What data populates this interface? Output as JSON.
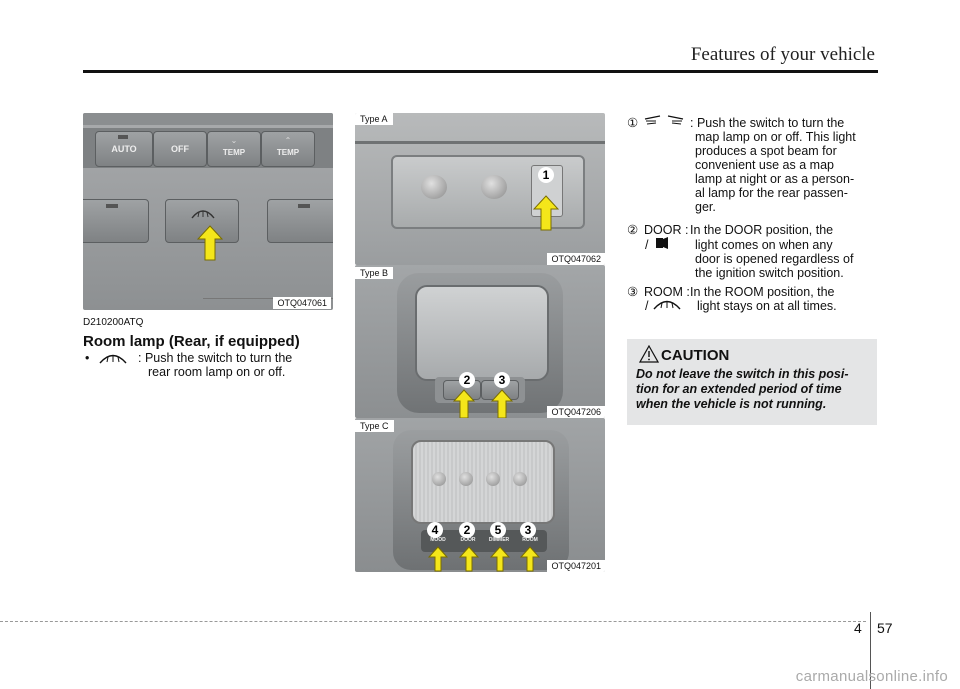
{
  "header": {
    "title": "Features of your vehicle"
  },
  "footer": {
    "chapter": "4",
    "page": "57",
    "watermark": "carmanualsonline.info"
  },
  "figures": {
    "left": {
      "caption": "OTQ047061",
      "buttons": [
        "AUTO",
        "OFF",
        "TEMP",
        "TEMP"
      ]
    },
    "type_a": {
      "label": "Type A",
      "caption": "OTQ047062",
      "marker": "1"
    },
    "type_b": {
      "label": "Type B",
      "caption": "OTQ047206",
      "markers": [
        "2",
        "3"
      ]
    },
    "type_c": {
      "label": "Type C",
      "caption": "OTQ047201",
      "markers": [
        "4",
        "2",
        "5",
        "3"
      ],
      "buttons": [
        "MOOD",
        "DOOR",
        "DIMMER",
        "ROOM"
      ]
    }
  },
  "left_text": {
    "code": "D210200ATQ",
    "heading": "Room lamp (Rear, if equipped)",
    "bullet": "•",
    "desc_line1": ": Push the switch to turn the",
    "desc_line2": "rear room lamp on or off."
  },
  "right_text": {
    "item1": {
      "num": "①",
      "lines": [
        ": Push the switch to turn the",
        "map lamp on or off. This light",
        "produces a spot beam for",
        "convenient use as a map",
        "lamp at night or as a person-",
        "al lamp for the rear passen-",
        "ger."
      ]
    },
    "item2": {
      "num": "②",
      "label": "DOOR :",
      "slash": "/",
      "lines": [
        "In the DOOR position, the",
        "light comes on when any",
        "door is opened regardless of",
        "the ignition switch position."
      ]
    },
    "item3": {
      "num": "③",
      "label": "ROOM :",
      "slash": "/",
      "lines": [
        "In the ROOM position, the",
        "light stays on at all times."
      ]
    }
  },
  "caution": {
    "title": "CAUTION",
    "lines": [
      "Do not leave the switch in this posi-",
      "tion for an extended period of time",
      "when the vehicle is not running."
    ]
  }
}
